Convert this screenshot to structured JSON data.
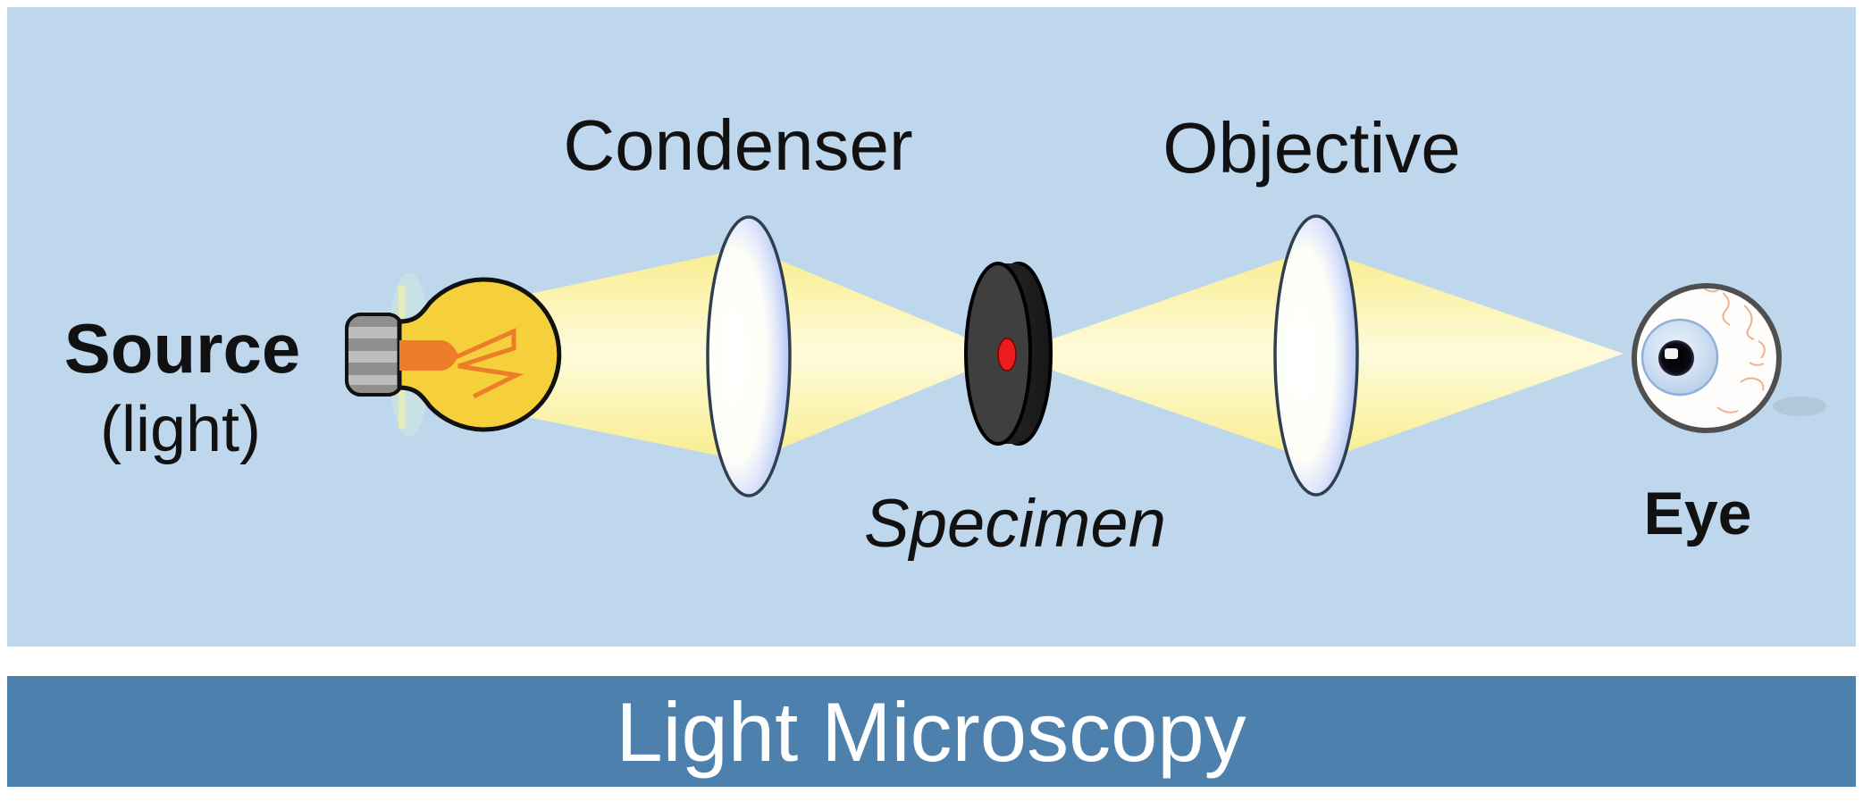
{
  "diagram": {
    "title_bar": {
      "title": "Light Microscopy"
    },
    "labels": {
      "source_line1": "Source",
      "source_line2": "(light)",
      "condenser": "Condenser",
      "objective": "Objective",
      "specimen": "Specimen",
      "eye": "Eye"
    },
    "components": {
      "source": "light bulb emitting beam to the right",
      "condenser_lens": "blue convex lens focusing beam onto specimen",
      "specimen": "dark disc with red specimen dot at beam focus",
      "objective_lens": "blue convex lens focusing beam toward eye",
      "eye": "eyeball receiving the focused beam"
    },
    "palette": {
      "page_white": "#ffffff",
      "panel_blue": "#BED7ED",
      "bar_blue": "#4D80AD",
      "beam_yellow_edge": "#F8EC8F",
      "beam_yellow_center": "#FEFBDC",
      "bulb_yellow": "#F6D03A",
      "filament_orange": "#ED7D2A",
      "base_gray_light": "#BDBDBD",
      "base_gray_dark": "#8F8F8F",
      "lens_blue": "#9DB2EF",
      "lens_outline": "#2F3F50",
      "specimen_front_gray": "#3F3F3F",
      "specimen_rim_gray": "#1F1F1F",
      "dot_red": "#EC1C1C",
      "iris_blue": "#BACFEA",
      "pupil_black": "#0B0B10",
      "vessel_orange": "#EBA987",
      "outline_black": "#111111",
      "text_black": "#111111",
      "title_white": "#FFFFFF"
    }
  }
}
